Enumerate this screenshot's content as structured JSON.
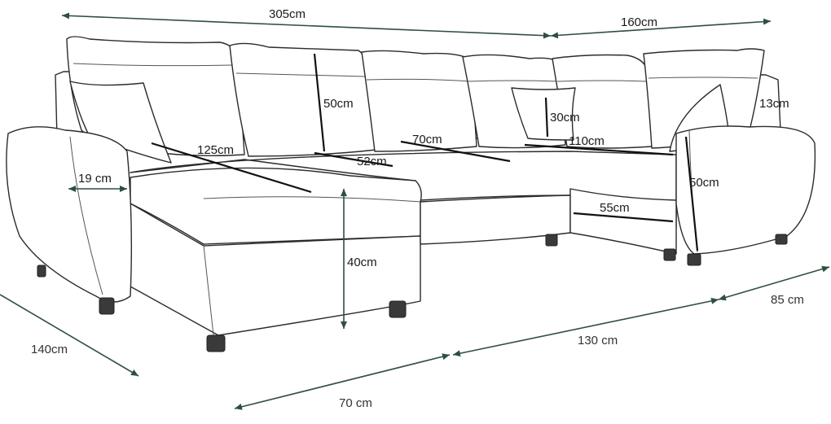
{
  "dimensions": {
    "total_width": "305cm",
    "right_width": "160cm",
    "backrest_height": "50cm",
    "pillow_height": "30cm",
    "armrest_height": "13cm",
    "chaise_seat_length": "125cm",
    "seat_depth_left": "52cm",
    "seat_depth_middle": "70cm",
    "right_seat_width": "110cm",
    "armrest_width": "19 cm",
    "right_total_height": "50cm",
    "right_seat_depth": "55cm",
    "seat_height": "40cm",
    "left_depth": "140cm",
    "front_middle": "130 cm",
    "front_right": "85 cm",
    "front_left": "70 cm"
  },
  "colors": {
    "outline": "#2b2b2b",
    "dimension_dark": "#111111",
    "dimension_green": "#2f4f3f"
  }
}
